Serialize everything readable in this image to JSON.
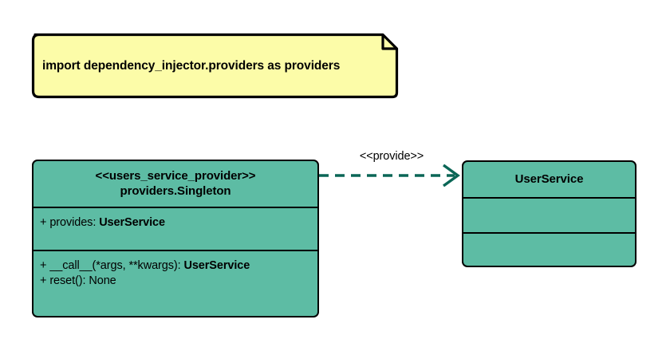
{
  "diagram": {
    "background_color": "#ffffff",
    "note": {
      "text": "import dependency_injector.providers as providers",
      "fill_color": "#fcfca8",
      "border_color": "#000000"
    },
    "classes": [
      {
        "id": "users-service-provider",
        "stereotype": "<<users_service_provider>>",
        "name": "providers.Singleton",
        "fill_color": "#5dbca4",
        "border_color": "#000000",
        "attributes": [
          {
            "visibility": "+",
            "label": "provides: ",
            "type": "UserService"
          }
        ],
        "operations": [
          {
            "visibility": "+",
            "label": "__call__(*args, **kwargs): ",
            "type": "UserService"
          },
          {
            "visibility": "+",
            "label": "reset(): None",
            "type": ""
          }
        ]
      },
      {
        "id": "user-service",
        "stereotype": "",
        "name": "UserService",
        "fill_color": "#5dbca4",
        "border_color": "#000000",
        "attributes": [],
        "operations": []
      }
    ],
    "relationship": {
      "label": "<<provide>>",
      "style": "dashed",
      "arrow": "open",
      "color": "#0a6656",
      "source": "users-service-provider",
      "target": "user-service"
    }
  }
}
